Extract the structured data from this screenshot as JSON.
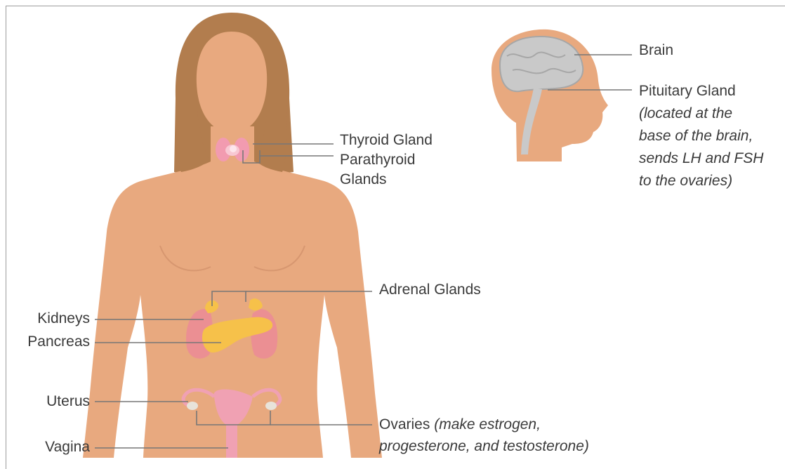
{
  "labels": {
    "brain": "Brain",
    "pituitary_title": "Pituitary Gland",
    "pituitary_note_1": "(located at the",
    "pituitary_note_2": "base of the brain,",
    "pituitary_note_3": "sends LH and FSH",
    "pituitary_note_4": "to the ovaries)",
    "thyroid": "Thyroid Gland",
    "parathyroid_1": "Parathyroid",
    "parathyroid_2": "Glands",
    "adrenal": "Adrenal Glands",
    "kidneys": "Kidneys",
    "pancreas": "Pancreas",
    "uterus": "Uterus",
    "vagina": "Vagina",
    "ovaries_1": "Ovaries",
    "ovaries_1_note": "(make estrogen,",
    "ovaries_2": "progesterone, and testosterone)"
  },
  "colors": {
    "skin": "#e8a97f",
    "skin_dark": "#d79770",
    "hair": "#b27d4e",
    "brain": "#c9c9c9",
    "thyroid": "#f29bb0",
    "kidney": "#eb8f93",
    "adrenal_pancreas": "#f6c14a",
    "uterus": "#f0a1b3",
    "leader_line": "#777777"
  }
}
